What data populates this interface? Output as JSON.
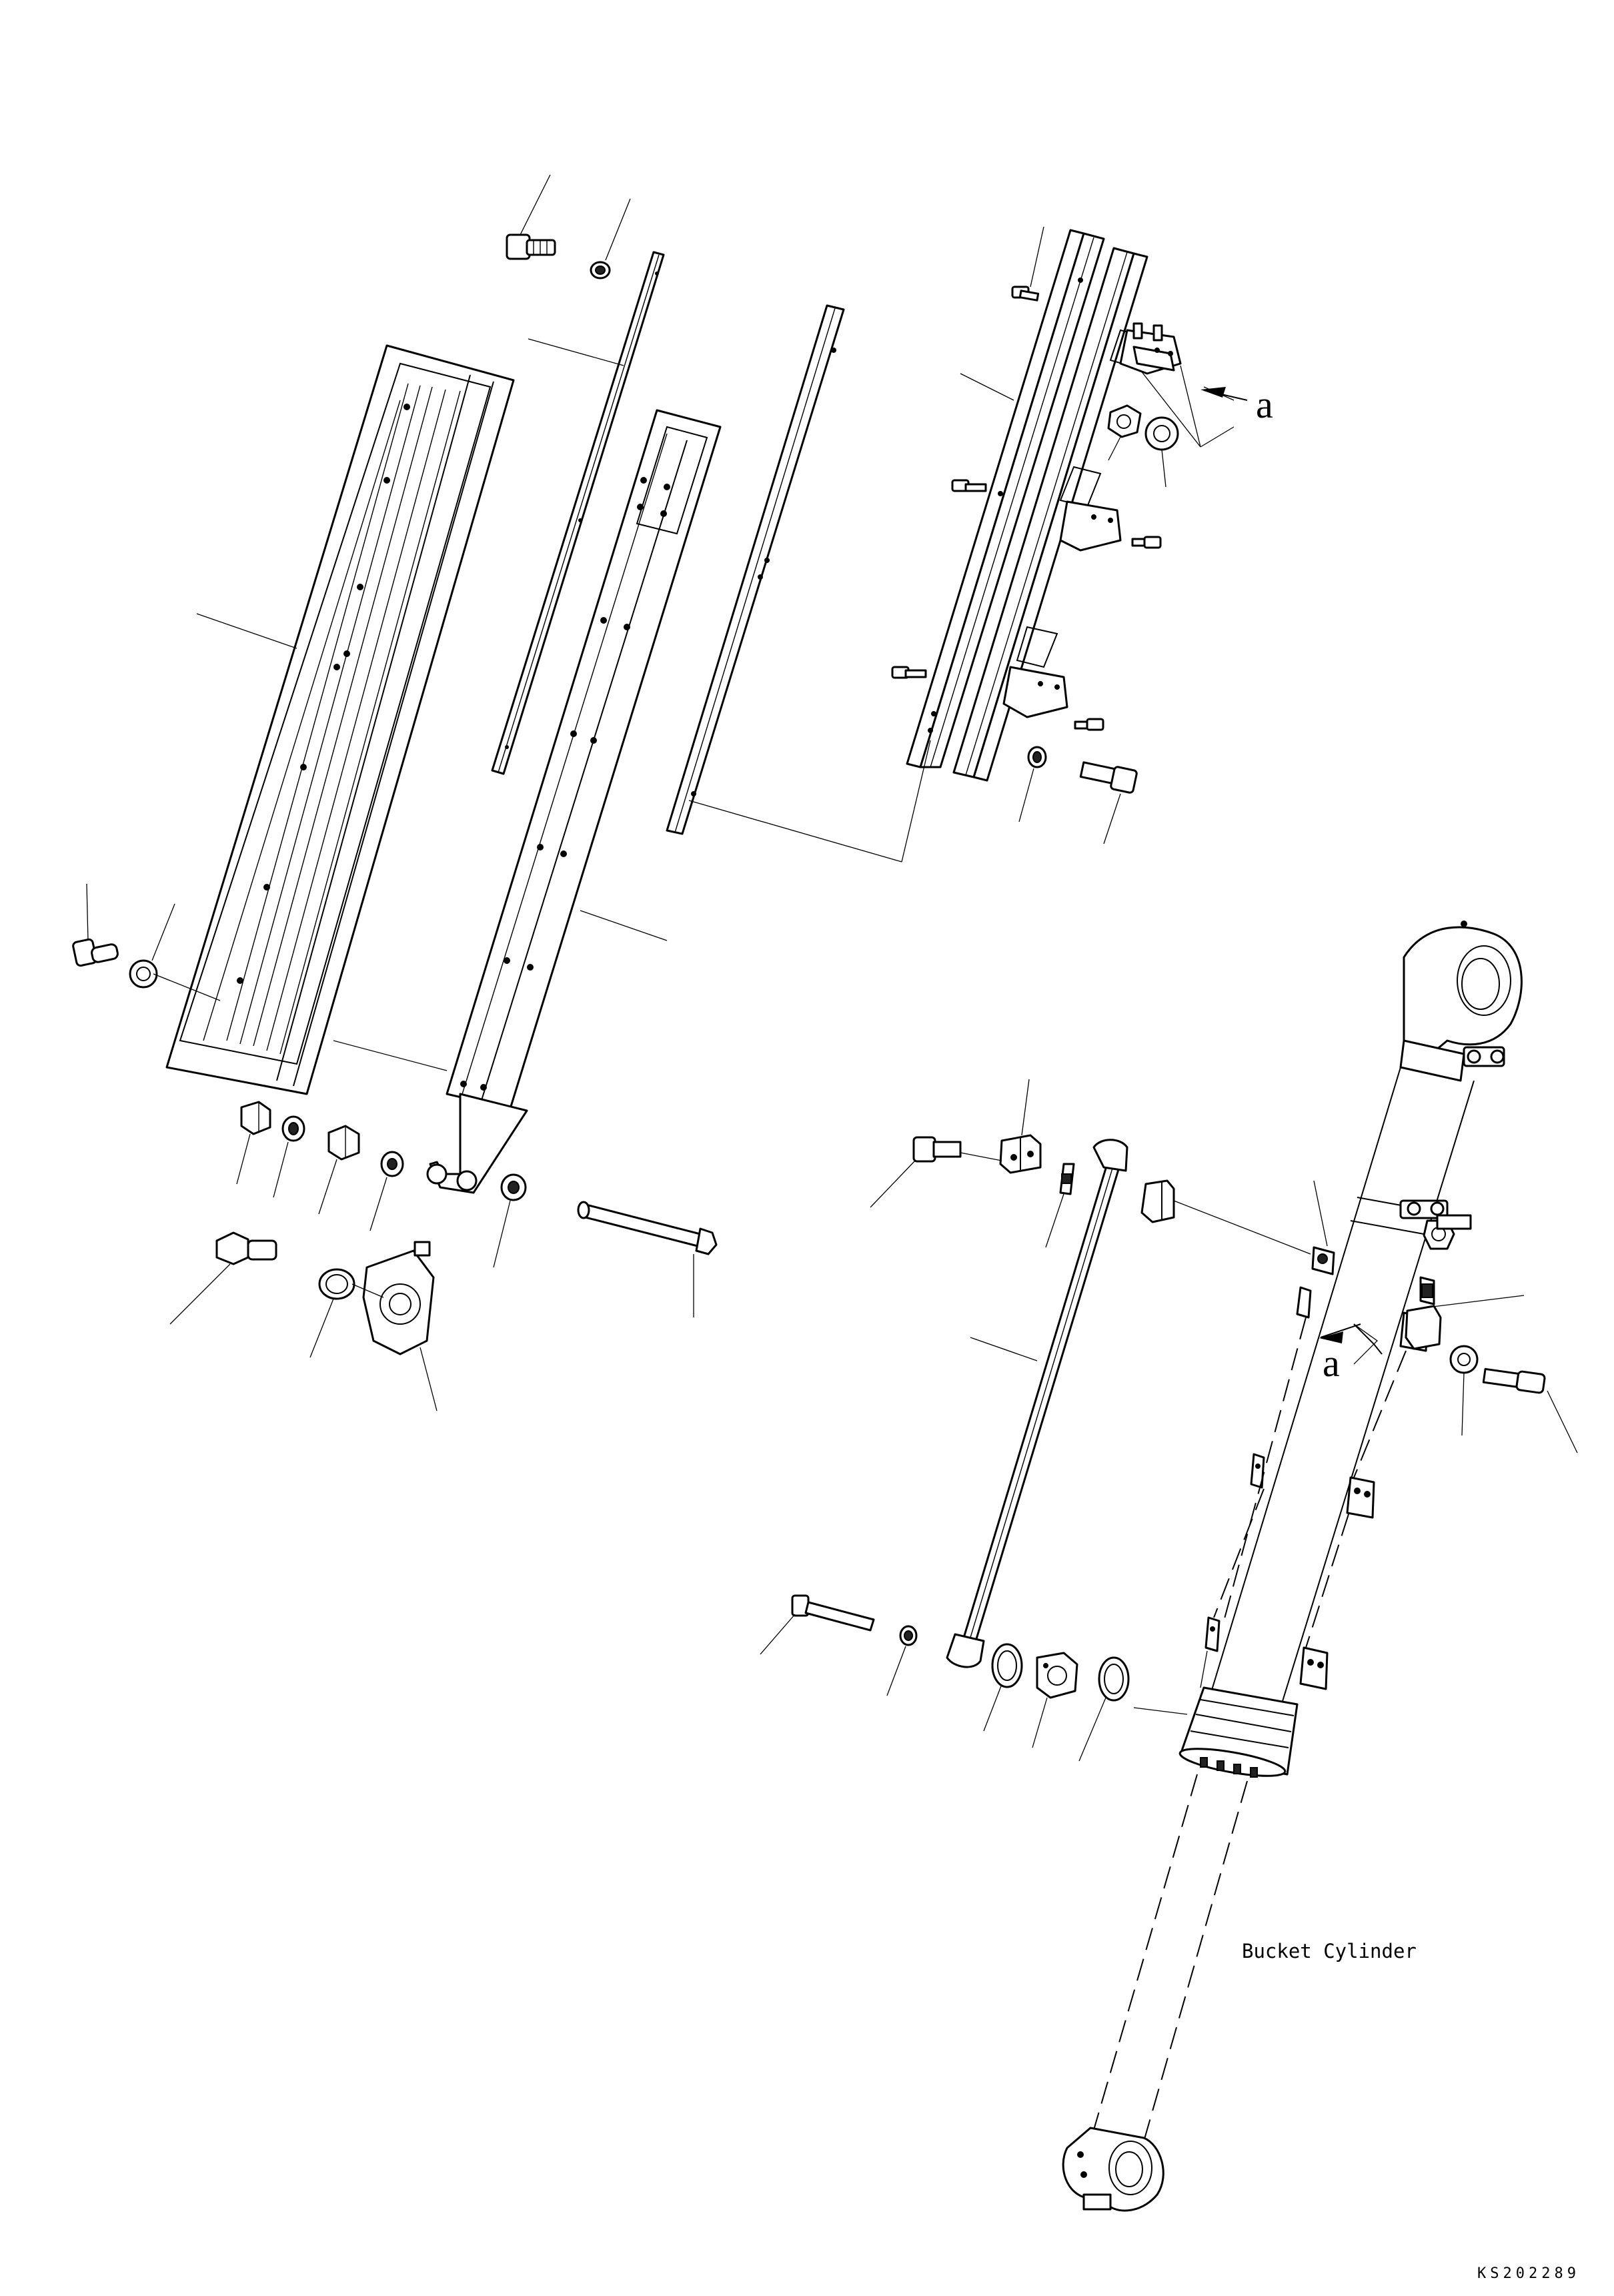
{
  "diagram": {
    "caption": "Bucket Cylinder",
    "view_marker_label": "a",
    "drawing_code": "KS202289"
  }
}
